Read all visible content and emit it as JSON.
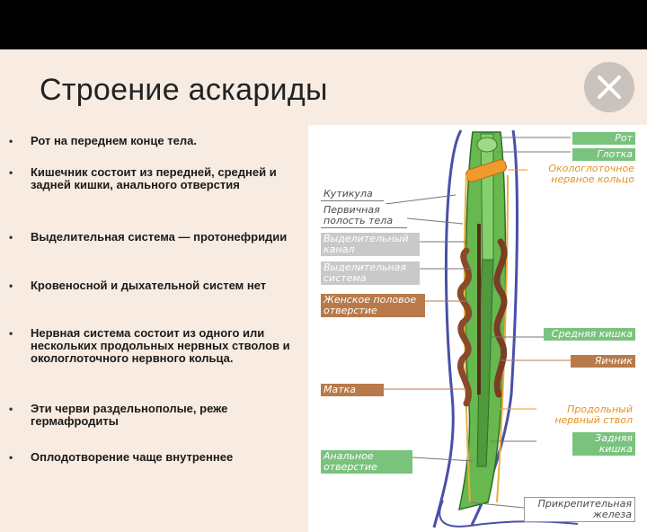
{
  "slide": {
    "title": "Строение аскариды",
    "bullets": [
      "Рот на переднем конце тела.",
      "Кишечник состоит из передней, средней и задней кишки, анального отверстия",
      "Выделительная система — протонефридии",
      "Кровеносной и дыхательной систем нет",
      "Нервная система состоит из одного или нескольких продольных нервных стволов и окологлоточного нервного кольца.",
      "Эти черви раздельнополые, реже гермафродиты",
      "Оплодотворение чаще внутреннее"
    ],
    "bullet_symbol": "•"
  },
  "diagram": {
    "labels": {
      "mouth": "Рот",
      "pharynx": "Глотка",
      "nerve_ring": "Окологлоточное нервное кольцо",
      "cuticle": "Кутикула",
      "body_cavity": "Первичная полость тела",
      "excretory_canal": "Выделительный канал",
      "excretory_system": "Выделительная система",
      "female_opening": "Женское половое отверстие",
      "midgut": "Средняя кишка",
      "ovary": "Яичник",
      "uterus": "Матка",
      "nerve_trunk": "Продольный нервный ствол",
      "hindgut": "Задняя кишка",
      "anus": "Анальное отверстие",
      "attachment_gland": "Прикрепительная железа"
    },
    "colors": {
      "label_green": "#79c37d",
      "label_gray": "#c9c9c9",
      "label_brown": "#b87a4b",
      "body_green": "#5fb04a",
      "cuticle_blue": "#4a4fa8",
      "nerve_orange": "#e89a2a",
      "gut_brown": "#8a4a2a"
    }
  },
  "controls": {
    "close_icon": "close-x-icon"
  }
}
